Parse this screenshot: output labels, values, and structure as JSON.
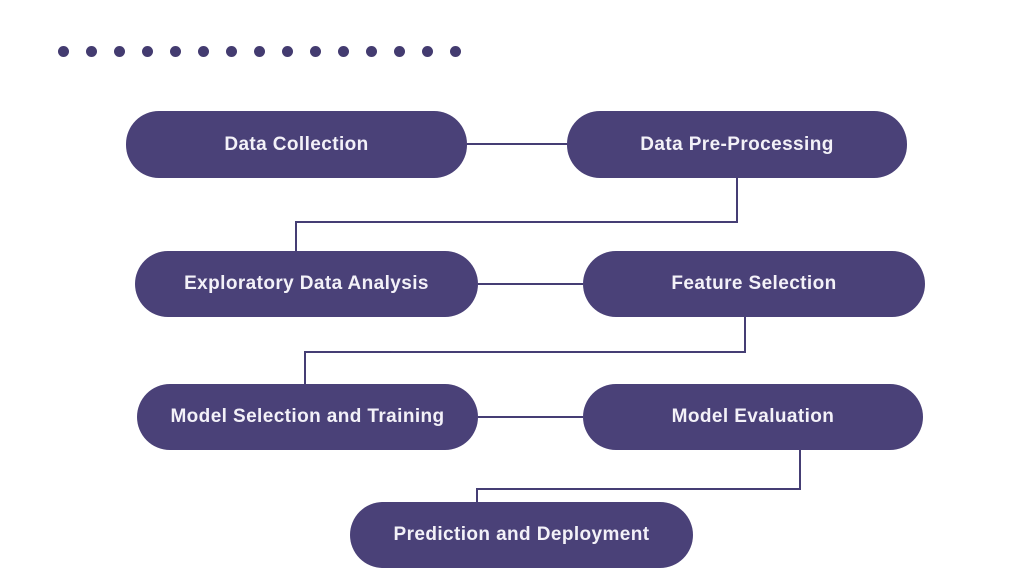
{
  "colors": {
    "node_fill": "#4a4178",
    "connector": "#453e74",
    "node_text": "#f3f1f8",
    "dot": "#433b70",
    "background": "#ffffff"
  },
  "decor": {
    "dot_count": 15
  },
  "flowchart": {
    "nodes": [
      {
        "id": "data-collection",
        "label": "Data Collection"
      },
      {
        "id": "data-pre-processing",
        "label": "Data Pre-Processing"
      },
      {
        "id": "exploratory-data-analysis",
        "label": "Exploratory Data Analysis"
      },
      {
        "id": "feature-selection",
        "label": "Feature Selection"
      },
      {
        "id": "model-selection-and-training",
        "label": "Model Selection and Training"
      },
      {
        "id": "model-evaluation",
        "label": "Model Evaluation"
      },
      {
        "id": "prediction-and-deployment",
        "label": "Prediction and Deployment"
      }
    ],
    "edges": [
      {
        "from": "data-collection",
        "to": "data-pre-processing"
      },
      {
        "from": "data-pre-processing",
        "to": "exploratory-data-analysis"
      },
      {
        "from": "exploratory-data-analysis",
        "to": "feature-selection"
      },
      {
        "from": "feature-selection",
        "to": "model-selection-and-training"
      },
      {
        "from": "model-selection-and-training",
        "to": "model-evaluation"
      },
      {
        "from": "model-evaluation",
        "to": "prediction-and-deployment"
      }
    ]
  }
}
